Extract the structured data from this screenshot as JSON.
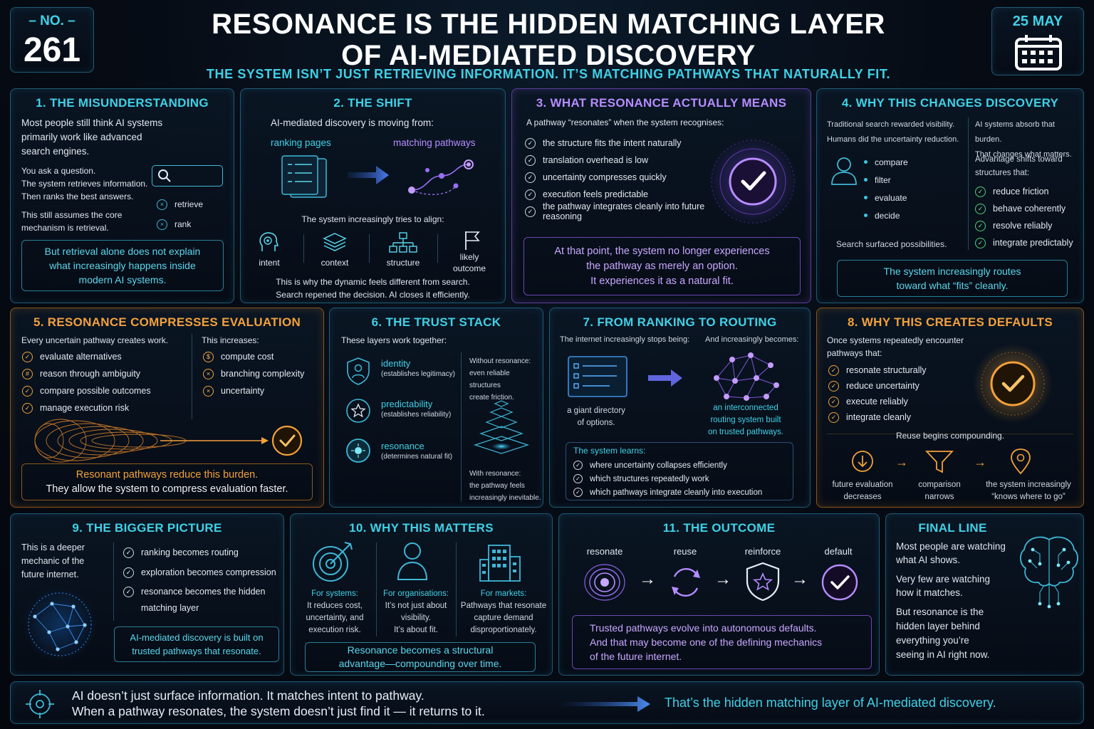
{
  "header": {
    "issue_label": "– NO. –",
    "issue_number": "261",
    "title_line1": "RESONANCE IS THE HIDDEN MATCHING LAYER",
    "title_line2": "OF AI-MEDIATED DISCOVERY",
    "subtitle": "THE SYSTEM ISN’T JUST RETRIEVING INFORMATION. IT’S MATCHING PATHWAYS THAT NATURALLY FIT.",
    "date": "25 MAY"
  },
  "s1": {
    "title": "1. THE MISUNDERSTANDING",
    "intro": [
      "Most people still think AI systems",
      "primarily work like advanced",
      "search engines."
    ],
    "body": [
      "You ask a question.",
      "The system retrieves information.",
      "Then ranks the best answers."
    ],
    "assume": [
      "This still assumes the core",
      "mechanism is retrieval."
    ],
    "retrieve": "retrieve",
    "rank": "rank",
    "callout": [
      "But retrieval alone does not explain",
      "what increasingly happens inside",
      "modern AI systems."
    ]
  },
  "s2": {
    "title": "2. THE SHIFT",
    "intro": "AI-mediated discovery is moving from:",
    "from": "ranking pages",
    "to": "matching pathways",
    "align": "The system increasingly tries to align:",
    "icons": [
      "intent",
      "context",
      "structure",
      "likely outcome"
    ],
    "footer": [
      "This is why the dynamic feels different from search.",
      "Search repened the decision. AI closes it efficiently."
    ]
  },
  "s3": {
    "title": "3. WHAT RESONANCE ACTUALLY MEANS",
    "intro": "A pathway “resonates” when the system recognises:",
    "items": [
      "the structure fits the intent naturally",
      "translation overhead is low",
      "uncertainty compresses quickly",
      "execution feels predictable",
      "the pathway integrates cleanly into future reasoning"
    ],
    "callout": [
      "At that point, the system no longer experiences",
      "the pathway as merely an option.",
      "It experiences it as a natural fit."
    ]
  },
  "s4": {
    "title": "4. WHY THIS CHANGES DISCOVERY",
    "left_intro": [
      "Traditional search rewarded visibility.",
      "Humans did the uncertainty reduction."
    ],
    "verbs": [
      "compare",
      "filter",
      "evaluate",
      "decide"
    ],
    "left_footer": "Search surfaced possibilities.",
    "right_intro": [
      "AI systems absorb that burden.",
      "That changes what matters."
    ],
    "right_mid": [
      "Advantage shifts toward",
      "structures that:"
    ],
    "items": [
      "reduce friction",
      "behave coherently",
      "resolve reliably",
      "integrate predictably"
    ],
    "callout": [
      "The system increasingly routes",
      "toward what “fits” cleanly."
    ]
  },
  "s5": {
    "title": "5. RESONANCE COMPRESSES EVALUATION",
    "left_intro": "Every uncertain pathway creates work.",
    "left_items": [
      "evaluate alternatives",
      "reason through ambiguity",
      "compare possible outcomes",
      "manage execution risk"
    ],
    "right_intro": "This increases:",
    "right_items": [
      "compute cost",
      "branching complexity",
      "uncertainty"
    ],
    "callout": [
      "Resonant pathways reduce this burden.",
      "They allow the system to compress evaluation faster."
    ]
  },
  "s6": {
    "title": "6. THE TRUST STACK",
    "intro": "These layers work together:",
    "layers": [
      {
        "name": "identity",
        "desc": "(establishes legitimacy)"
      },
      {
        "name": "predictability",
        "desc": "(establishes reliability)"
      },
      {
        "name": "resonance",
        "desc": "(determines natural fit)"
      }
    ],
    "without": [
      "Without resonance:",
      "even reliable structures",
      "create friction."
    ],
    "with": [
      "With resonance:",
      "the pathway feels",
      "increasingly inevitable."
    ]
  },
  "s7": {
    "title": "7. FROM RANKING TO ROUTING",
    "stops": "The internet increasingly stops being:",
    "becomes": "And increasingly becomes:",
    "left_caption": [
      "a giant directory",
      "of options."
    ],
    "right_caption": [
      "an interconnected",
      "routing system built",
      "on trusted pathways."
    ],
    "learns": "The system learns:",
    "items": [
      "where uncertainty collapses efficiently",
      "which structures repeatedly work",
      "which pathways integrate cleanly into execution"
    ]
  },
  "s8": {
    "title": "8. WHY THIS CREATES DEFAULTS",
    "intro": [
      "Once systems repeatedly encounter",
      "pathways that:"
    ],
    "items": [
      "resonate structurally",
      "reduce uncertainty",
      "execute reliably",
      "integrate cleanly"
    ],
    "reuse": "Reuse begins compounding.",
    "steps": [
      [
        "future evaluation",
        "decreases"
      ],
      [
        "comparison",
        "narrows"
      ],
      [
        "the system increasingly",
        "“knows where to go”"
      ]
    ]
  },
  "s9": {
    "title": "9. THE BIGGER PICTURE",
    "intro": [
      "This is a deeper",
      "mechanic of the",
      "future internet."
    ],
    "items": [
      "ranking becomes routing",
      "exploration becomes compression",
      "resonance becomes the hidden",
      "matching layer"
    ],
    "callout": [
      "AI-mediated discovery is built on",
      "trusted pathways that resonate."
    ]
  },
  "s10": {
    "title": "10. WHY THIS MATTERS",
    "cols": [
      {
        "head": "For systems:",
        "lines": [
          "It reduces cost,",
          "uncertainty, and",
          "execution risk."
        ]
      },
      {
        "head": "For organisations:",
        "lines": [
          "It’s not just about",
          "visibility.",
          "It’s about fit."
        ]
      },
      {
        "head": "For markets:",
        "lines": [
          "Pathways that resonate",
          "capture demand",
          "disproportionately."
        ]
      }
    ],
    "callout": [
      "Resonance becomes a structural",
      "advantage—compounding over time."
    ]
  },
  "s11": {
    "title": "11. THE OUTCOME",
    "steps": [
      "resonate",
      "reuse",
      "reinforce",
      "default"
    ],
    "callout": [
      "Trusted pathways evolve into autonomous defaults.",
      "And that may become one of the defining mechanics",
      "of the future internet."
    ]
  },
  "final": {
    "title": "FINAL LINE",
    "p1": [
      "Most people are watching",
      "what AI shows."
    ],
    "p2": [
      "Very few are watching",
      "how it matches."
    ],
    "p3": [
      "But resonance is the",
      "hidden layer behind",
      "everything you’re",
      "seeing in AI right now."
    ]
  },
  "footer": {
    "line1": "AI doesn’t just surface information. It matches intent to pathway.",
    "line2": "When a pathway resonates, the system doesn’t just find it — it returns to it.",
    "tagline": "That’s the hidden matching layer of AI-mediated discovery."
  },
  "colors": {
    "cyan": "#3fd1e6",
    "violet": "#b68cff",
    "amber": "#f3a13a",
    "green": "#4fd27a",
    "background": "#060b14"
  }
}
